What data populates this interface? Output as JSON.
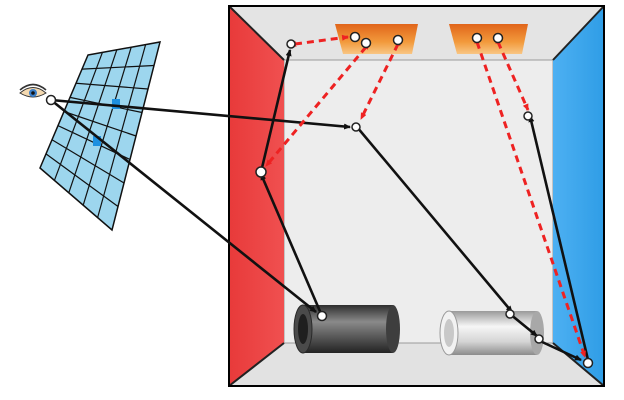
{
  "diagram": {
    "colors": {
      "background": "#ffffff",
      "room_floor_ceiling": "#e6e6e6",
      "back_wall": "#ededed",
      "left_wall": "#ee4444",
      "right_wall": "#3aa5ee",
      "light_source": "#f08a2a",
      "screen_grid": "#9dd6ee",
      "primary_ray": "#111111",
      "light_path": "#ee2222",
      "dark_cylinder": "#555555",
      "light_cylinder": "#dcdcdc"
    },
    "elements": [
      "room",
      "left-wall",
      "right-wall",
      "light-sources",
      "image-plane",
      "eye",
      "dark-cylinder",
      "light-cylinder",
      "eye-rays",
      "light-paths",
      "path-vertices"
    ]
  }
}
